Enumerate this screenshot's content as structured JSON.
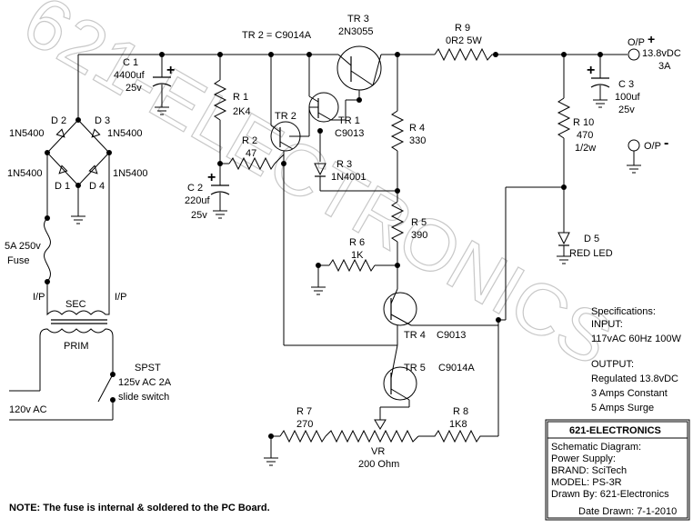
{
  "watermark": "621-ELECTRONICS",
  "tr2_note": "TR 2 = C9014A",
  "components": {
    "tr3": {
      "ref": "TR 3",
      "part": "2N3055"
    },
    "r9": {
      "ref": "R 9",
      "value": "0R2 5W"
    },
    "output_pos": {
      "label": "O/P",
      "sign": "+",
      "voltage": "13.8vDC",
      "current": "3A"
    },
    "output_neg": {
      "label": "O/P",
      "sign": "-"
    },
    "c1": {
      "ref": "C 1",
      "value": "4400uf",
      "voltage": "25v"
    },
    "c2": {
      "ref": "C 2",
      "value": "220uf",
      "voltage": "25v"
    },
    "c3": {
      "ref": "C 3",
      "value": "100uf",
      "voltage": "25v"
    },
    "r1": {
      "ref": "R 1",
      "value": "2K4"
    },
    "r2": {
      "ref": "R 2",
      "value": "47"
    },
    "tr2": {
      "ref": "TR 2"
    },
    "tr1": {
      "ref": "TR 1",
      "part": "C9013"
    },
    "r3": {
      "ref": "R 3",
      "part": "1N4001"
    },
    "r4": {
      "ref": "R 4",
      "value": "330"
    },
    "r5": {
      "ref": "R 5",
      "value": "390"
    },
    "r6": {
      "ref": "R 6",
      "value": "1K"
    },
    "r10": {
      "ref": "R 10",
      "value": "470",
      "power": "1/2w"
    },
    "d5": {
      "ref": "D 5",
      "part": "RED LED"
    },
    "d2": {
      "ref": "D 2",
      "part": "1N5400"
    },
    "d3": {
      "ref": "D 3",
      "part": "1N5400"
    },
    "d1": {
      "ref": "D 1",
      "part": "1N5400"
    },
    "d4": {
      "ref": "D 4",
      "part": "1N5400"
    },
    "fuse": {
      "rating": "5A 250v",
      "label": "Fuse"
    },
    "transformer": {
      "secondary": "SEC",
      "primary": "PRIM",
      "io_left": "I/P",
      "io_right": "I/P"
    },
    "switch": {
      "type": "SPST",
      "rating": "125v AC 2A",
      "kind": "slide switch"
    },
    "mains": {
      "label": "120v AC"
    },
    "tr4": {
      "ref": "TR 4",
      "part": "C9013"
    },
    "tr5": {
      "ref": "TR 5",
      "part": "C9014A"
    },
    "r7": {
      "ref": "R 7",
      "value": "270"
    },
    "r8": {
      "ref": "R 8",
      "value": "1K8"
    },
    "vr": {
      "ref": "VR",
      "value": "200 Ohm"
    }
  },
  "specs": {
    "title": "Specifications:",
    "input_label": "INPUT:",
    "input_value": "117vAC 60Hz 100W",
    "output_label": "OUTPUT:",
    "output_lines": [
      "Regulated 13.8vDC",
      "3 Amps Constant",
      "5 Amps Surge"
    ]
  },
  "titleblock": {
    "company": "621-ELECTRONICS",
    "lines": [
      "Schematic Diagram:",
      "Power Supply:",
      "BRAND: SciTech",
      "MODEL: PS-3R",
      "Drawn By: 621-Electronics"
    ],
    "date": "Date Drawn: 7-1-2010"
  },
  "note": "NOTE: The fuse is internal & soldered to the PC Board."
}
